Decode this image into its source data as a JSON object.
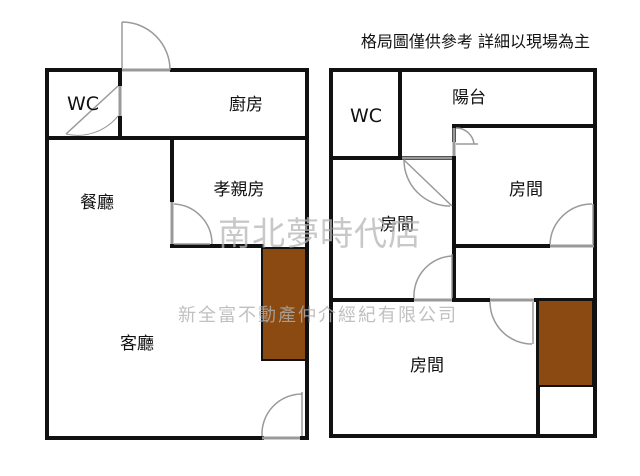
{
  "note": "格局圖僅供參考 詳細以現場為主",
  "watermark": {
    "brand": "南北夢時代店",
    "company": "新全富不動產仲介經紀有限公司"
  },
  "colors": {
    "wall": "#111111",
    "door": "#9a9a9a",
    "stair": "#8a4a12",
    "watermark": "#b0b0b0"
  },
  "floor1": {
    "rooms": {
      "wc": "WC",
      "kitchen": "廚房",
      "elder_room": "孝親房",
      "dining": "餐廳",
      "living": "客廳"
    }
  },
  "floor2": {
    "rooms": {
      "wc": "WC",
      "balcony": "陽台",
      "room_right": "房間",
      "room_center": "房間",
      "room_bottom": "房間"
    }
  }
}
